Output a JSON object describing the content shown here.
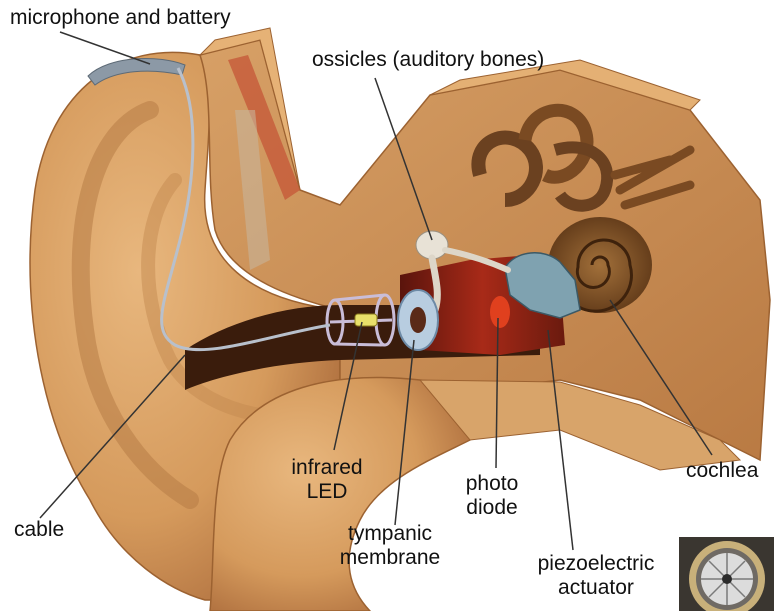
{
  "labels": {
    "microphone_battery": "microphone and battery",
    "ossicles": "ossicles (auditory bones)",
    "cochlea": "cochlea",
    "cable": "cable",
    "infrared_led": [
      "infrared",
      "LED"
    ],
    "tympanic_membrane": [
      "tympanic",
      "membrane"
    ],
    "photo_diode": [
      "photo",
      "diode"
    ],
    "piezoelectric_actuator": [
      "piezoelectric",
      "actuator"
    ]
  },
  "colors": {
    "skin": "#d9a266",
    "skin_dark": "#b7793f",
    "cut_face": "#c98f55",
    "canal_shadow": "#3a1c0c",
    "middle_ear": "#7a1c10",
    "cochlea": "#8a5a2a",
    "device": "#9db7cc",
    "leader_line": "#333333"
  }
}
